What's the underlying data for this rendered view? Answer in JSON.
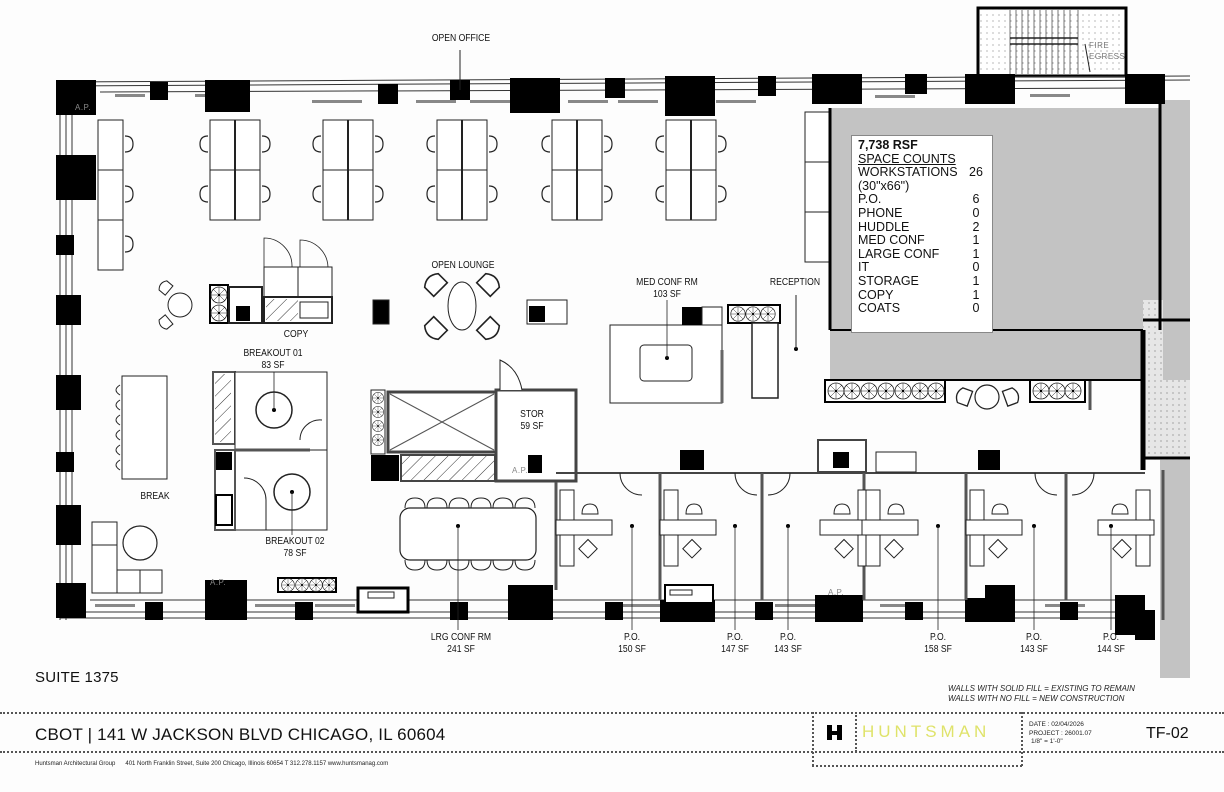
{
  "drawing": {
    "suite": "SUITE 1375",
    "address": "CBOT | 141 W JACKSON BLVD CHICAGO, IL 60604",
    "firm_name": "Huntsman Architectural Group",
    "firm_address": "401 North Franklin Street, Suite 200 Chicago, Illinois 60654 T 312.278.1157  www.huntsmanag.com",
    "sheet_number": "TF-02",
    "brand": "HUNTSMAN",
    "brand_color": "#dfe36a",
    "date": "DATE : 02/04/2026",
    "project": "PROJECT : 26001.07",
    "scale": "1/8\" = 1'-0\"",
    "wall_legend": [
      "WALLS WITH SOLID FILL = EXISTING TO REMAIN",
      "WALLS WITH NO FILL = NEW CONSTRUCTION"
    ]
  },
  "space_counts": {
    "rsf": "7,738 RSF",
    "title": "SPACE COUNTS",
    "rows": [
      {
        "label": "WORKSTATIONS",
        "value": "26"
      },
      {
        "label": "(30\"x66\")",
        "value": ""
      },
      {
        "label": "P.O.",
        "value": "6"
      },
      {
        "label": "PHONE",
        "value": "0"
      },
      {
        "label": "HUDDLE",
        "value": "2"
      },
      {
        "label": "MED CONF",
        "value": "1"
      },
      {
        "label": "LARGE CONF",
        "value": "1"
      },
      {
        "label": "IT",
        "value": "0"
      },
      {
        "label": "STORAGE",
        "value": "1"
      },
      {
        "label": "COPY",
        "value": "1"
      },
      {
        "label": "COATS",
        "value": "0"
      }
    ]
  },
  "rooms": {
    "open_office": {
      "name": "OPEN OFFICE"
    },
    "open_lounge": {
      "name": "OPEN LOUNGE"
    },
    "copy": {
      "name": "COPY"
    },
    "breakout_01": {
      "name": "BREAKOUT 01",
      "area": "83 SF"
    },
    "breakout_02": {
      "name": "BREAKOUT 02",
      "area": "78 SF"
    },
    "break": {
      "name": "BREAK"
    },
    "med_conf": {
      "name": "MED CONF RM",
      "area": "103 SF"
    },
    "reception": {
      "name": "RECEPTION"
    },
    "stor": {
      "name": "STOR",
      "area": "59 SF"
    },
    "lrg_conf": {
      "name": "LRG CONF RM",
      "area": "241 SF"
    },
    "po_1": {
      "name": "P.O.",
      "area": "150 SF"
    },
    "po_2": {
      "name": "P.O.",
      "area": "147 SF"
    },
    "po_3": {
      "name": "P.O.",
      "area": "143 SF"
    },
    "po_4": {
      "name": "P.O.",
      "area": "158 SF"
    },
    "po_5": {
      "name": "P.O.",
      "area": "143 SF"
    },
    "po_6": {
      "name": "P.O.",
      "area": "144 SF"
    },
    "fire_egress": {
      "line1": "FIRE",
      "line2": "EGRESS"
    },
    "ap": "A.P."
  },
  "colors": {
    "wall_existing": "#000000",
    "core_fill": "#c3c3c3",
    "line": "#222222"
  }
}
